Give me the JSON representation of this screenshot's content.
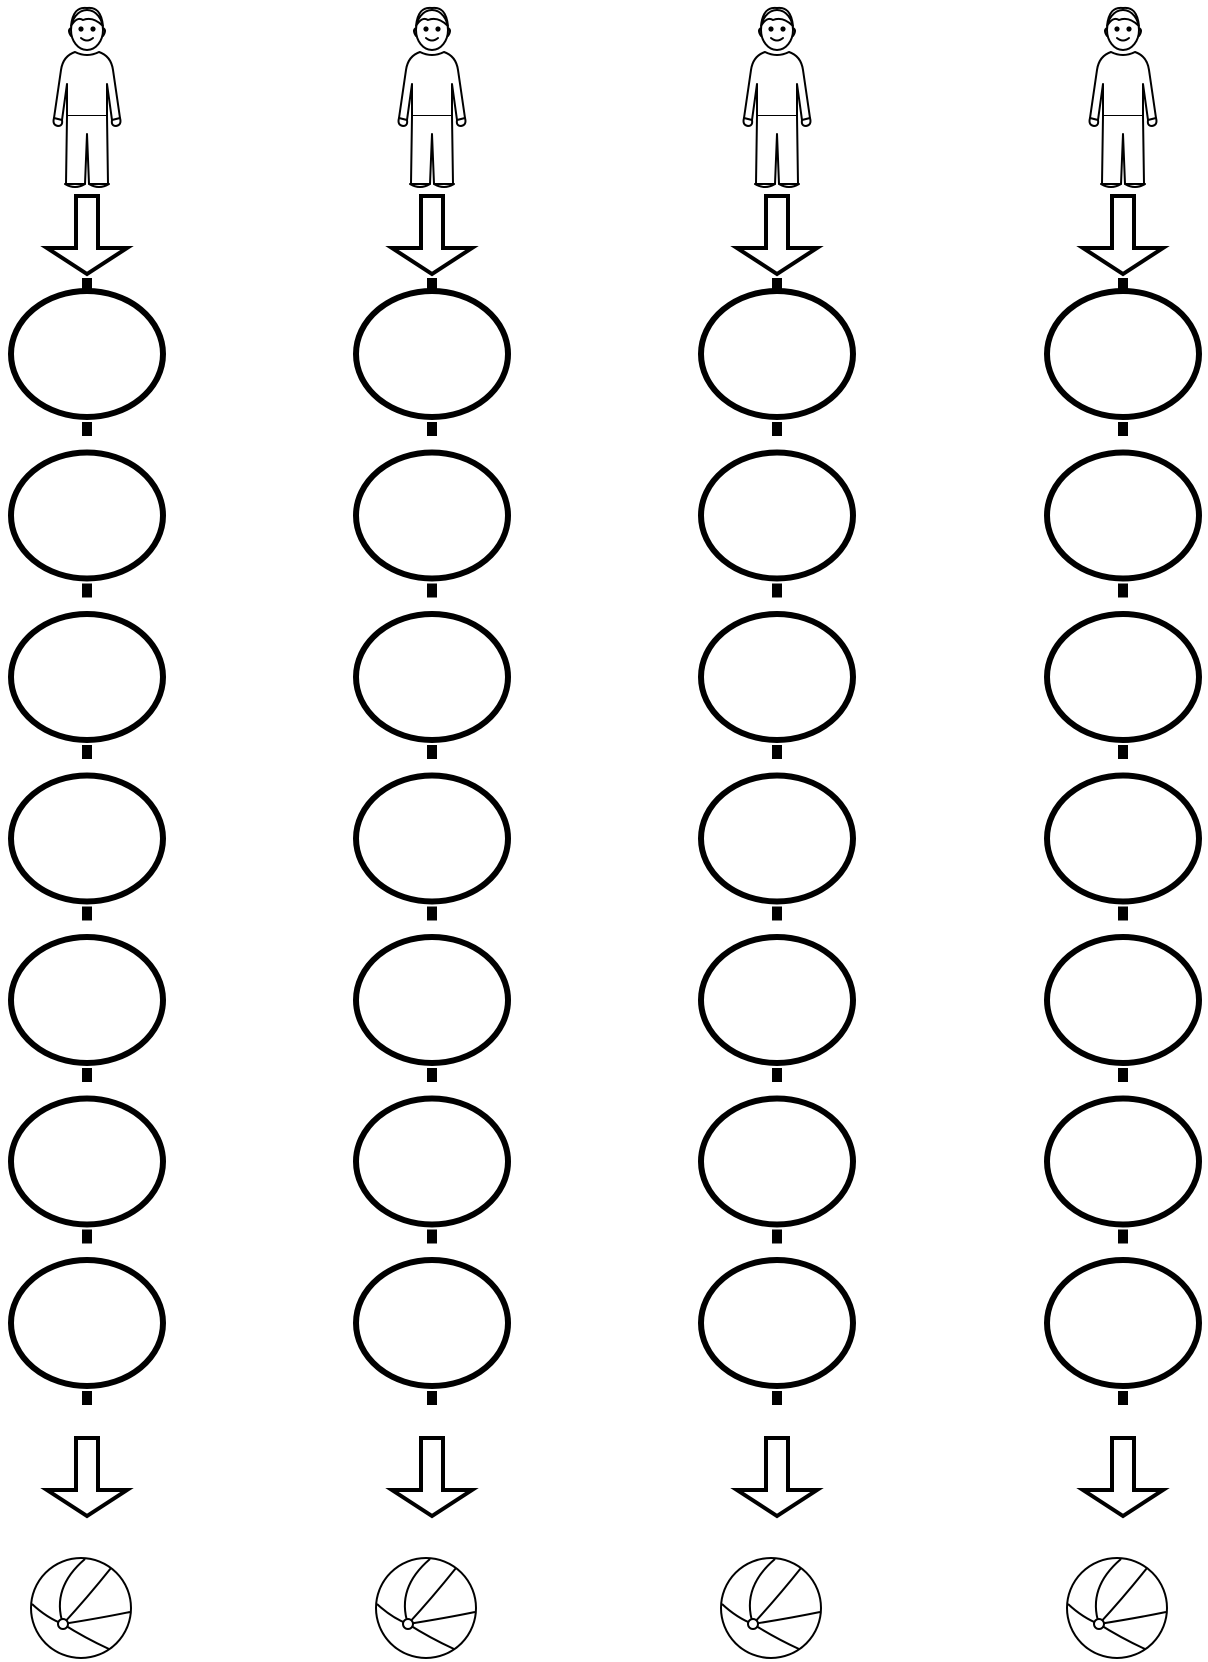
{
  "worksheet": {
    "line_color": "#000000",
    "background_color": "#ffffff",
    "columns": [
      {
        "start_icon": "boy-figure-icon",
        "blank_circles": 7,
        "end_icon": "beach-ball-icon"
      },
      {
        "start_icon": "boy-figure-icon",
        "blank_circles": 7,
        "end_icon": "beach-ball-icon"
      },
      {
        "start_icon": "boy-figure-icon",
        "blank_circles": 7,
        "end_icon": "beach-ball-icon"
      },
      {
        "start_icon": "boy-figure-icon",
        "blank_circles": 7,
        "end_icon": "beach-ball-icon"
      }
    ]
  }
}
